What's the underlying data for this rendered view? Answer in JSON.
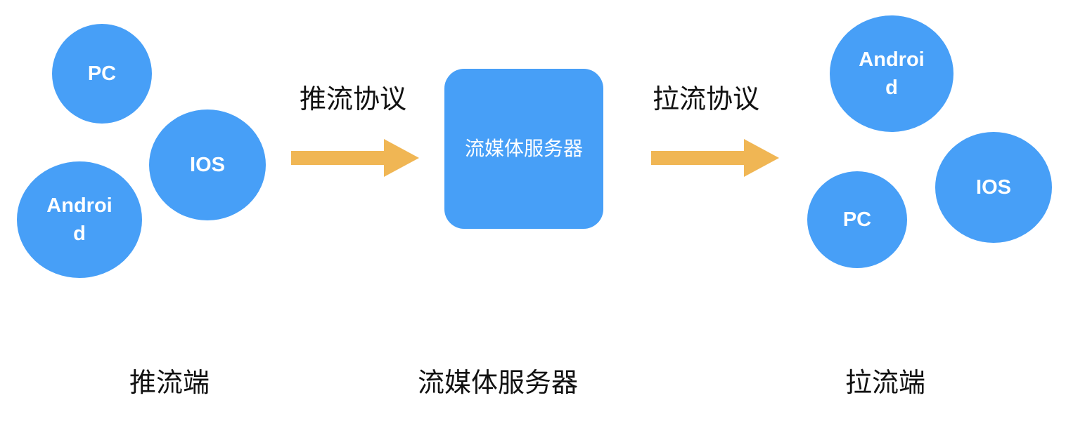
{
  "push": {
    "nodes": {
      "pc": "PC",
      "ios": "IOS",
      "android": "Android"
    },
    "protocol": "推流协议",
    "caption": "推流端"
  },
  "server": {
    "box": "流媒体服务器",
    "caption": "流媒体服务器"
  },
  "pull": {
    "nodes": {
      "android": "Android",
      "ios": "IOS",
      "pc": "PC"
    },
    "protocol": "拉流协议",
    "caption": "拉流端"
  },
  "colors": {
    "node": "#479ff7",
    "arrow": "#f0b654",
    "text": "#111111"
  }
}
